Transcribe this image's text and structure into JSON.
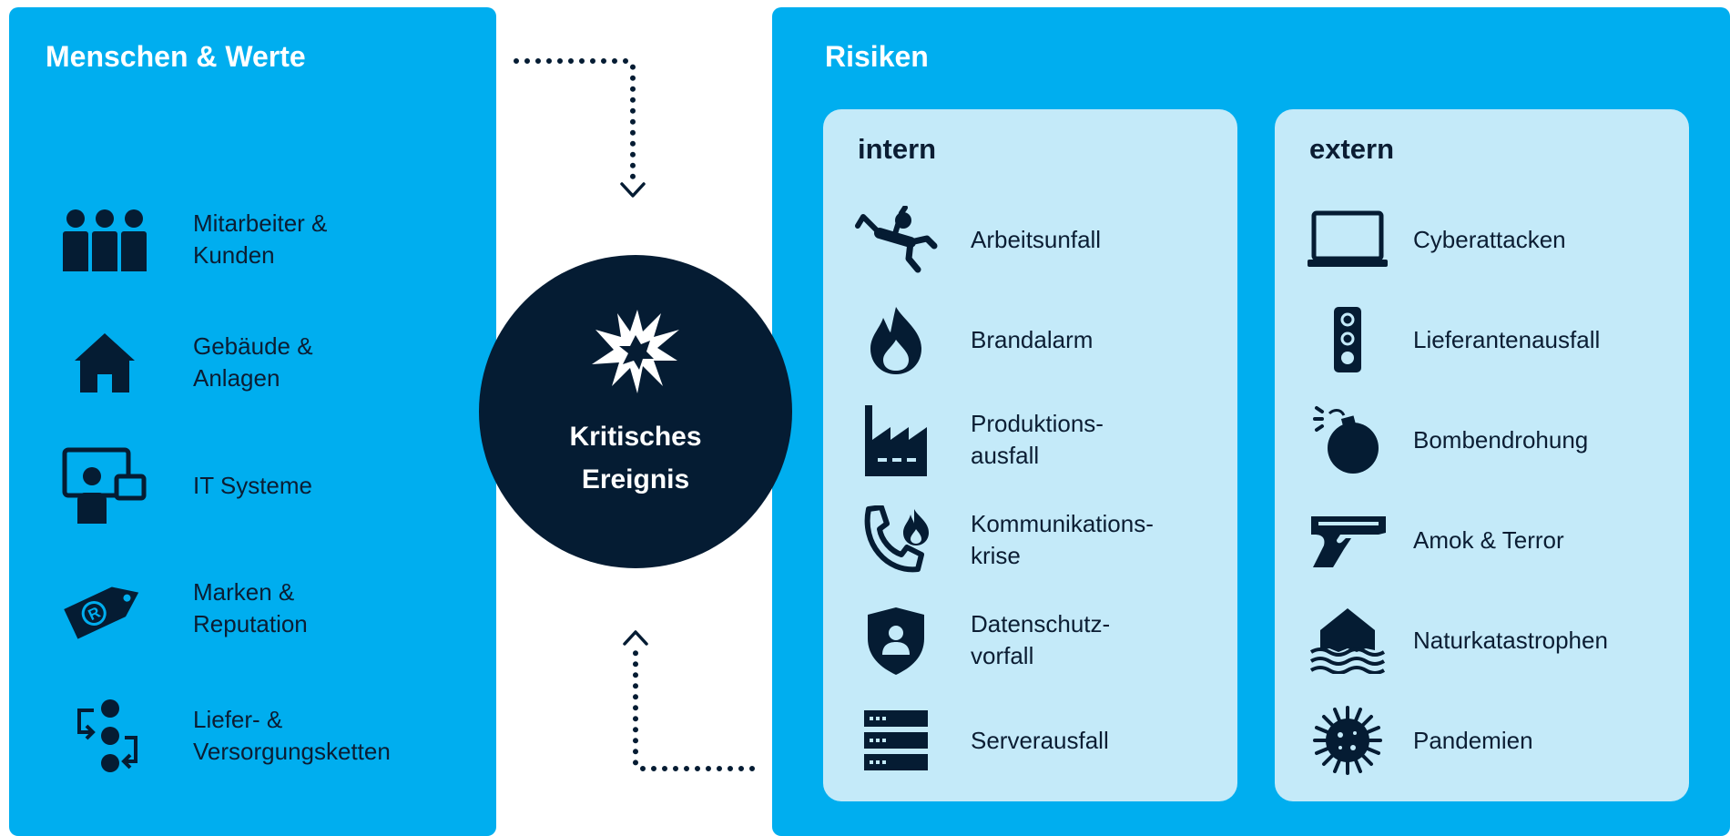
{
  "assets": {
    "title": "Menschen & Werte",
    "items": [
      {
        "label": "Mitarbeiter &\nKunden",
        "icon": "people-icon"
      },
      {
        "label": "Gebäude &\nAnlagen",
        "icon": "house-icon"
      },
      {
        "label": "IT Systeme",
        "icon": "presentation-screen-icon"
      },
      {
        "label": "Marken &\nReputation",
        "icon": "brand-tag-icon"
      },
      {
        "label": "Liefer- &\nVersorgungsketten",
        "icon": "supply-chain-icon"
      }
    ]
  },
  "center": {
    "label": "Kritisches\nEreignis",
    "icon": "explosion-icon"
  },
  "risks": {
    "title": "Risiken",
    "intern": {
      "title": "intern",
      "items": [
        {
          "label": "Arbeitsunfall",
          "icon": "falling-person-icon"
        },
        {
          "label": "Brandalarm",
          "icon": "flame-icon"
        },
        {
          "label": "Produktions-\nausfall",
          "icon": "factory-icon"
        },
        {
          "label": "Kommunikations-\nkrise",
          "icon": "phone-fire-icon"
        },
        {
          "label": "Datenschutz-\nvorfall",
          "icon": "shield-person-icon"
        },
        {
          "label": "Serverausfall",
          "icon": "server-rack-icon"
        }
      ]
    },
    "extern": {
      "title": "extern",
      "items": [
        {
          "label": "Cyberattacken",
          "icon": "laptop-icon"
        },
        {
          "label": "Lieferantenausfall",
          "icon": "traffic-light-icon"
        },
        {
          "label": "Bombendrohung",
          "icon": "bomb-icon"
        },
        {
          "label": "Amok & Terror",
          "icon": "pistol-icon"
        },
        {
          "label": "Naturkatastrophen",
          "icon": "flood-icon"
        },
        {
          "label": "Pandemien",
          "icon": "virus-icon"
        }
      ]
    }
  },
  "colors": {
    "panel": "#00aeef",
    "sub_panel": "#c4eaf9",
    "dark": "#051c33",
    "text": "#0b1d33"
  }
}
